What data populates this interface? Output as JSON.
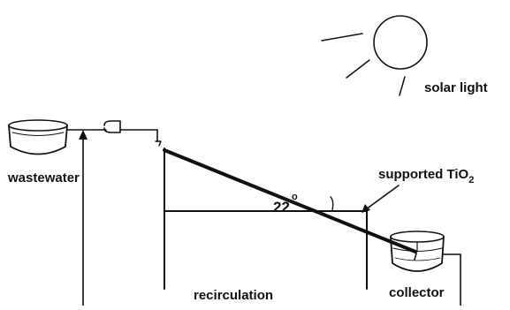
{
  "labels": {
    "solar_light": "solar light",
    "wastewater": "wastewater",
    "supported_tio2_main": "supported TiO",
    "supported_tio2_sub": "2",
    "angle": "22",
    "angle_unit": "o",
    "recirculation": "recirculation",
    "collector": "collector"
  },
  "colors": {
    "ink": "#111111",
    "background": "#ffffff"
  }
}
